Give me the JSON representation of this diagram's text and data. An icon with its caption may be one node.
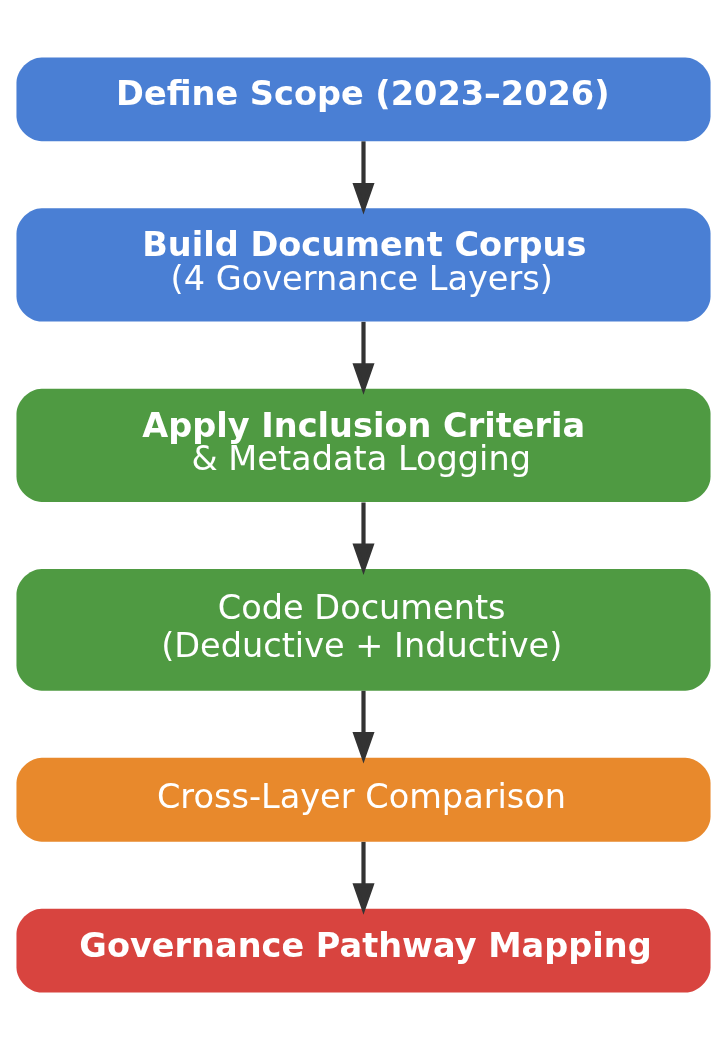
{
  "diagram": {
    "nodes": [
      {
        "text": [
          "Define Scope (2023–2026)"
        ]
      },
      {
        "text": [
          "Build Document Corpus",
          "(4 Governance Layers)"
        ]
      },
      {
        "text": [
          "Apply Inclusion Criteria",
          "& Metadata Logging"
        ]
      },
      {
        "text": [
          "Code Documents",
          "(Deductive + Inductive)"
        ]
      },
      {
        "text": [
          "Cross-Layer Comparison"
        ]
      },
      {
        "text": [
          "Governance Pathway Mapping"
        ]
      }
    ],
    "edges": [
      {
        "from": 0,
        "to": 1,
        "arrow": "to"
      },
      {
        "from": 1,
        "to": 2,
        "arrow": "to"
      },
      {
        "from": 2,
        "to": 3,
        "arrow": "to"
      },
      {
        "from": 3,
        "to": 4,
        "arrow": "to"
      },
      {
        "from": 4,
        "to": 5,
        "arrow": "to"
      }
    ]
  }
}
